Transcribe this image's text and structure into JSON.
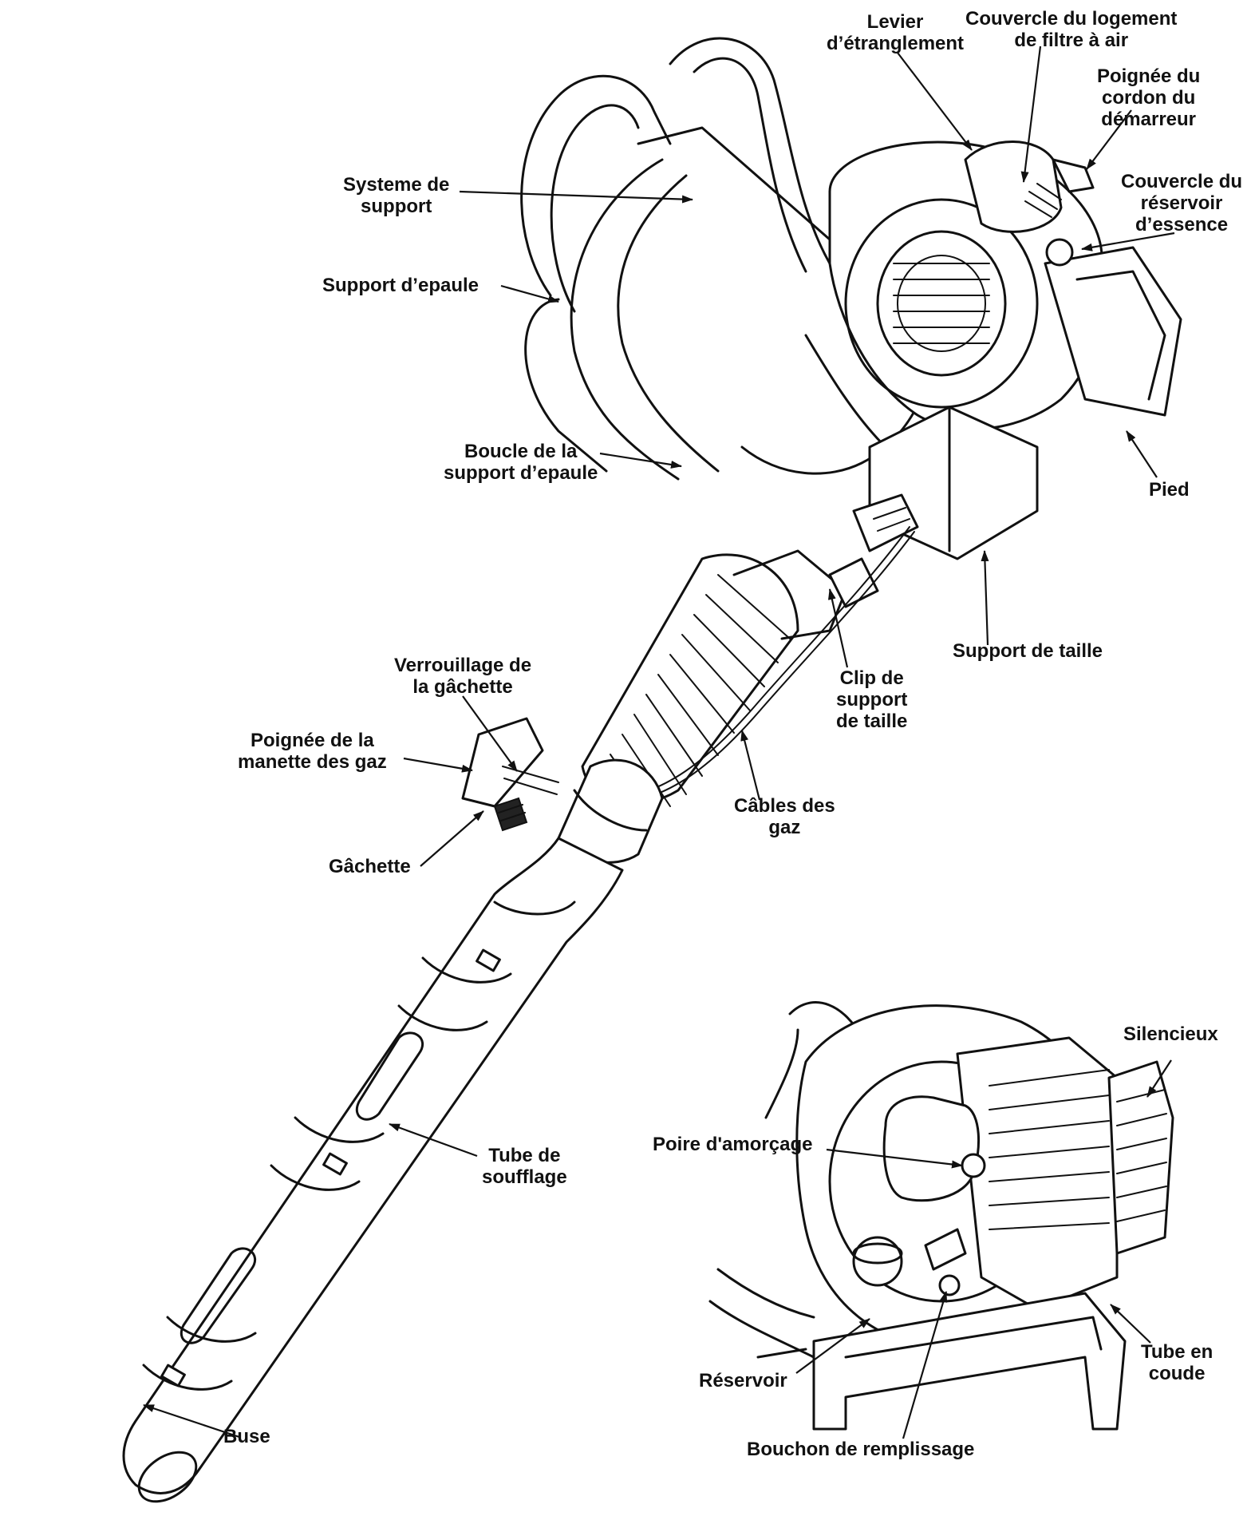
{
  "labels": {
    "levier": [
      "Levier",
      "d’étranglement"
    ],
    "couvercle_filtre": [
      "Couvercle du logement",
      "de filtre à air"
    ],
    "poignee_cordon": [
      "Poignée du",
      "cordon du",
      "démarreur"
    ],
    "couvercle_reservoir": [
      "Couvercle du",
      "réservoir",
      "d’essence"
    ],
    "systeme_support": [
      "Systeme de",
      "support"
    ],
    "support_epaule": [
      "Support d’epaule"
    ],
    "boucle": [
      "Boucle de la",
      "support d’epaule"
    ],
    "pied": [
      "Pied"
    ],
    "support_taille": [
      "Support de taille"
    ],
    "clip": [
      "Clip de",
      "support",
      "de taille"
    ],
    "verrouillage": [
      "Verrouillage de",
      "la gâchette"
    ],
    "poignee_manette": [
      "Poignée de la",
      "manette des gaz"
    ],
    "cables": [
      "Câbles des",
      "gaz"
    ],
    "gachette": [
      "Gâchette"
    ],
    "tube_soufflage": [
      "Tube de",
      "soufflage"
    ],
    "buse": [
      "Buse"
    ],
    "silencieux": [
      "Silencieux"
    ],
    "poire": [
      "Poire d'amorçage"
    ],
    "reservoir": [
      "Réservoir"
    ],
    "tube_coude": [
      "Tube en",
      "coude"
    ],
    "bouchon": [
      "Bouchon de remplissage"
    ]
  }
}
